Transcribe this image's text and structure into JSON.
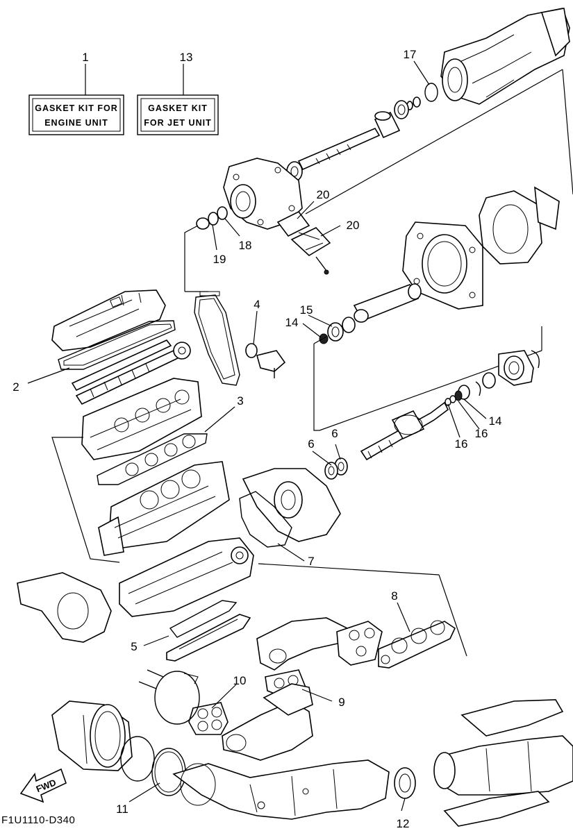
{
  "labels": {
    "kit_engine_line1": "GASKET KIT FOR",
    "kit_engine_line2": "ENGINE UNIT",
    "kit_jet_line1": "GASKET KIT",
    "kit_jet_line2": "FOR JET UNIT",
    "fwd": "FWD",
    "figure_code": "F1U1110-D340"
  },
  "callouts": {
    "c1": "1",
    "c2": "2",
    "c3": "3",
    "c4": "4",
    "c5": "5",
    "c6a": "6",
    "c6b": "6",
    "c7": "7",
    "c8": "8",
    "c9": "9",
    "c10": "10",
    "c11": "11",
    "c12": "12",
    "c13": "13",
    "c14a": "14",
    "c14b": "14",
    "c15": "15",
    "c16a": "16",
    "c16b": "16",
    "c17": "17",
    "c18": "18",
    "c19": "19",
    "c20a": "20",
    "c20b": "20"
  }
}
